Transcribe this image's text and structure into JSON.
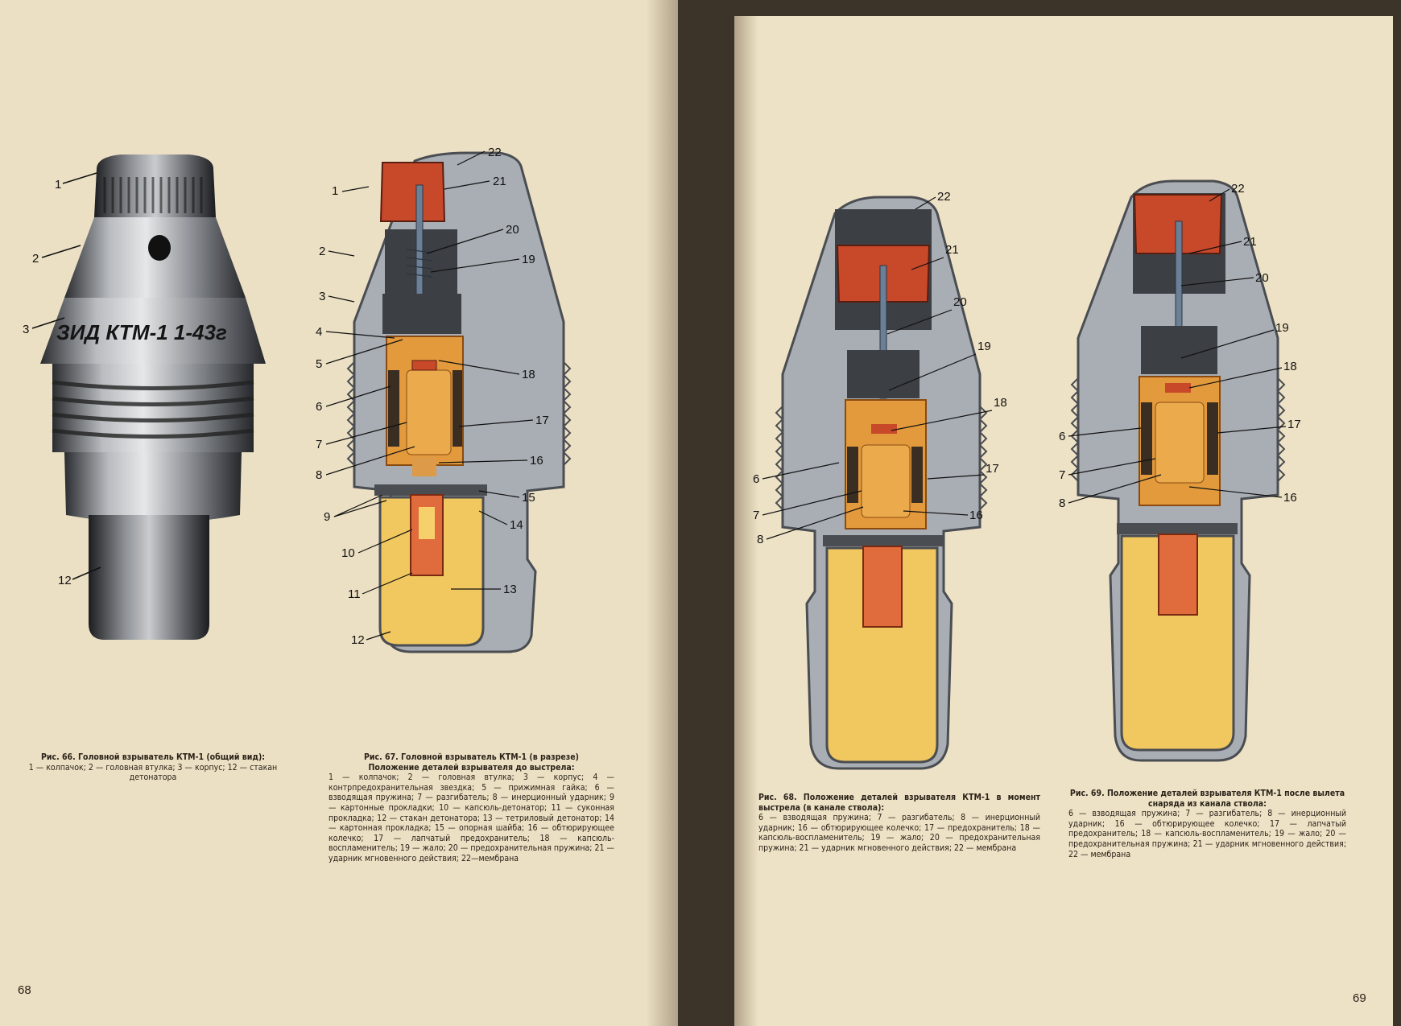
{
  "page_left": {
    "page_number": "68",
    "fig66": {
      "caption_title": "Рис. 66. Головной взрыватель КТМ-1 (общий вид):",
      "caption_body": "1 — колпачок; 2 — головная втулка; 3 — корпус; 12 — стакан детонатора",
      "body_marking": "ЗИД КТМ-1 1-43г",
      "labels": [
        "1",
        "2",
        "3",
        "12"
      ]
    },
    "fig67": {
      "caption_title": "Рис. 67. Головной взрыватель КТМ-1 (в разрезе)",
      "caption_subtitle": "Положение деталей взрывателя до выстрела:",
      "caption_body": "1 — колпачок; 2 — головная втулка; 3 — корпус; 4 — контрпредохранительная звездка; 5 — прижимная гайка; 6 — взводящая пружина; 7 — разгибатель; 8 — инерционный ударник; 9 — картонные прокладки; 10 — капсюль-детонатор; 11 — суконная прокладка; 12 — стакан детонатора; 13 — тетриловый детонатор; 14 — картонная прокладка; 15 — опорная шайба; 16 — обтюрирующее колечко; 17 — лапчатый предохранитель; 18 — капсюль-воспламенитель; 19 — жало; 20 — предохранительная пружина; 21 — ударник мгновенного действия; 22—мембрана",
      "labels": [
        "22",
        "21",
        "1",
        "20",
        "19",
        "2",
        "3",
        "4",
        "5",
        "18",
        "6",
        "17",
        "7",
        "16",
        "8",
        "15",
        "9",
        "14",
        "10",
        "13",
        "11",
        "12"
      ]
    }
  },
  "page_right": {
    "page_number": "69",
    "fig68": {
      "caption_title": "Рис. 68. Положение деталей взрывателя КТМ-1 в момент выстрела (в канале ствола):",
      "caption_body": "6 — взводящая пружина; 7 — разгибатель; 8 — инерционный ударник; 16 — обтюрирующее колечко; 17 — предохранитель; 18 — капсюль-воспламенитель; 19 — жало; 20 — предохранительная пружина; 21 — ударник мгновенного действия; 22 — мембрана",
      "labels": [
        "22",
        "21",
        "20",
        "19",
        "18",
        "6",
        "17",
        "7",
        "16",
        "8"
      ]
    },
    "fig69": {
      "caption_title": "Рис. 69. Положение деталей взрывателя КТМ-1 после вылета снаряда из канала ствола:",
      "caption_body": "6 — взводящая пружина; 7 — разгибатель; 8 — инерционный ударник; 16 — обтюрирующее колечко; 17 — лапчатый предохранитель; 18 — капсюль-воспламенитель; 19 — жало; 20 — предохранительная пружина; 21 — ударник мгновенного действия; 22 — мембрана",
      "labels": [
        "22",
        "21",
        "20",
        "19",
        "18",
        "6",
        "17",
        "7",
        "8",
        "16"
      ]
    }
  },
  "colors": {
    "paper": "#ece0c4",
    "steel": "#a9aeb4",
    "steel_dark": "#4a4d52",
    "striker_red": "#c8482a",
    "orange": "#e39a3c",
    "yellow": "#efc65a",
    "detonator_yellow": "#f1c75f"
  }
}
